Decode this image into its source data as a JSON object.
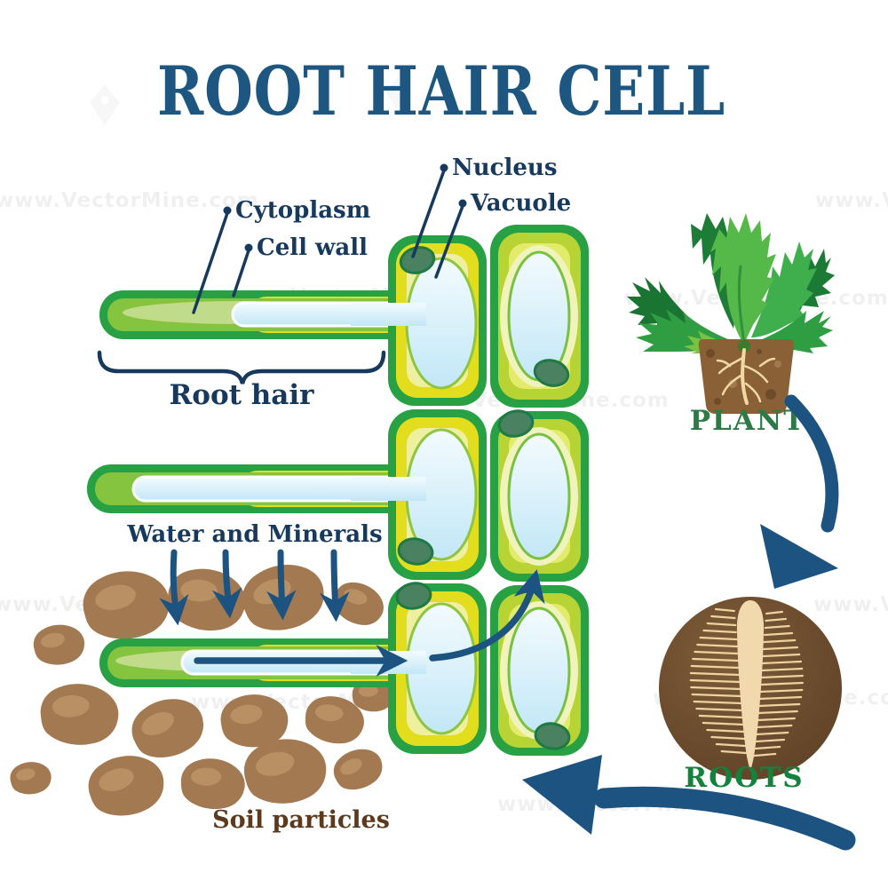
{
  "title": "ROOT HAIR CELL",
  "labels": {
    "cytoplasm": "Cytoplasm",
    "cell_wall": "Cell wall",
    "nucleus": "Nucleus",
    "vacuole": "Vacuole",
    "root_hair": "Root hair",
    "water_minerals": "Water and Minerals",
    "soil_particles": "Soil particles",
    "plant": "PLANT",
    "roots": "ROOTS"
  },
  "watermark": "www.VectorMine.com",
  "colors": {
    "title_blue": "#1d5781",
    "label_navy": "#16395d",
    "arrow_navy": "#1d5380",
    "cell_border_green": "#27a143",
    "cell_yellow": "#e3de1d",
    "cell_ring_green": "#b8d334",
    "cytoplasm_left": "#eef0a0",
    "cytoplasm_right": "#e3ec6a",
    "tube_green": "#85c43f",
    "vacuole_blue": "#cfeaf8",
    "nucleus_green": "#4a8160",
    "soil_brown": "#a27950",
    "soil_text_brown": "#5d3a1d",
    "plant_label_green": "#2c7a45",
    "roots_label_green": "#12823c",
    "roots_circle_brown": "#6b4a2b",
    "root_cream": "#f2d9ad"
  }
}
